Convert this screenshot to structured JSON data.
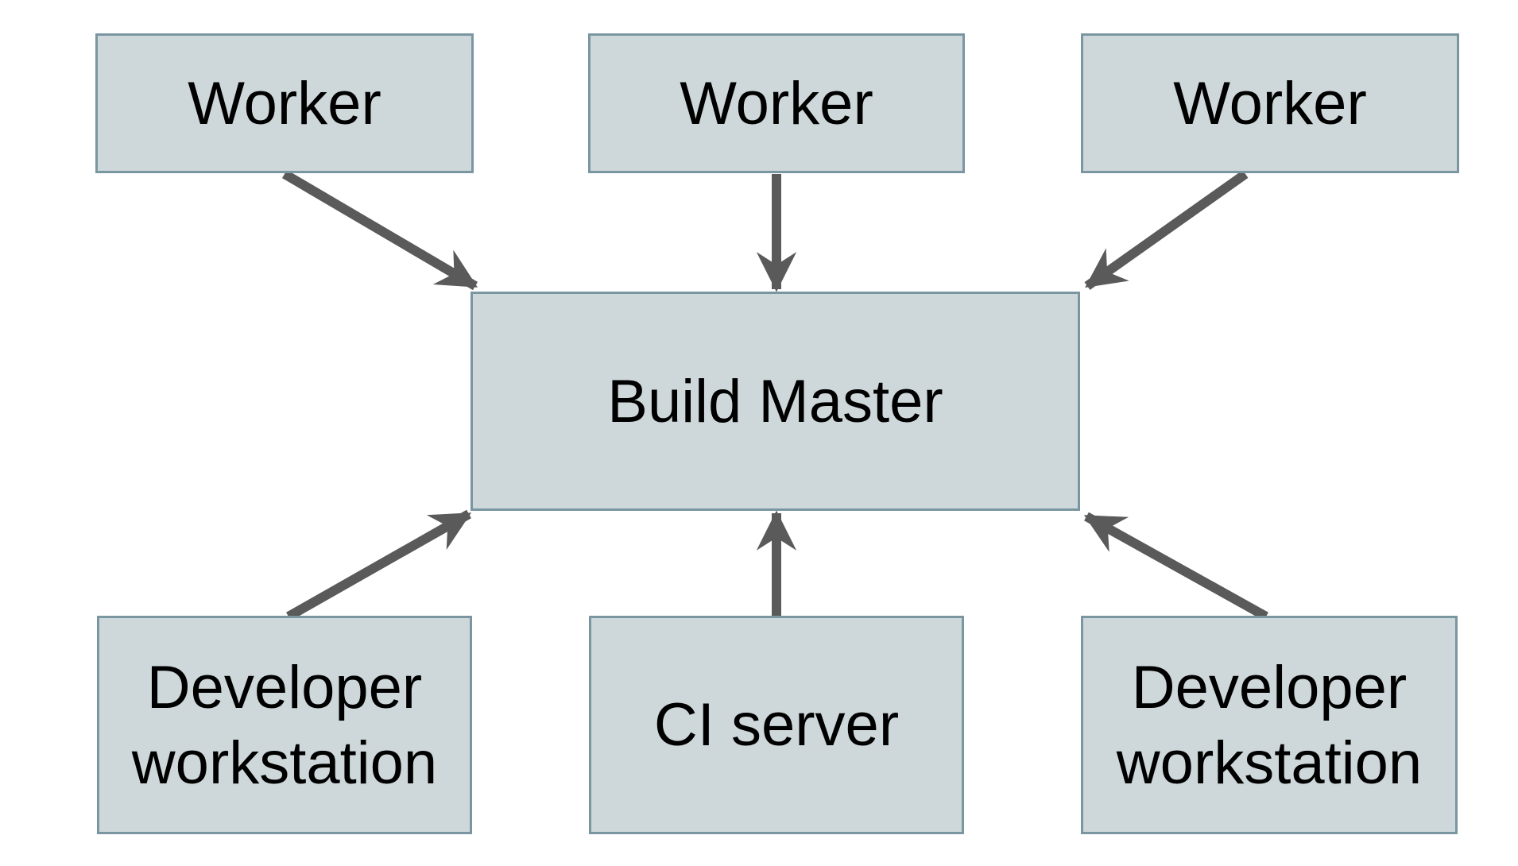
{
  "diagram": {
    "title": "",
    "colors": {
      "background": "#ffffff",
      "node_fill": "#ced8da",
      "node_border": "#7a96a1",
      "arrow": "#5a5a5a",
      "text": "#000000"
    },
    "nodes": [
      {
        "id": "worker-1",
        "label": "Worker"
      },
      {
        "id": "worker-2",
        "label": "Worker"
      },
      {
        "id": "worker-3",
        "label": "Worker"
      },
      {
        "id": "build-master",
        "label": "Build Master"
      },
      {
        "id": "dev-workstation-left",
        "label": "Developer workstation"
      },
      {
        "id": "ci-server",
        "label": "CI server"
      },
      {
        "id": "dev-workstation-right",
        "label": "Developer workstation"
      }
    ],
    "edges": [
      {
        "from": "worker-1",
        "to": "build-master"
      },
      {
        "from": "worker-2",
        "to": "build-master"
      },
      {
        "from": "worker-3",
        "to": "build-master"
      },
      {
        "from": "dev-workstation-left",
        "to": "build-master"
      },
      {
        "from": "ci-server",
        "to": "build-master"
      },
      {
        "from": "dev-workstation-right",
        "to": "build-master"
      }
    ]
  }
}
